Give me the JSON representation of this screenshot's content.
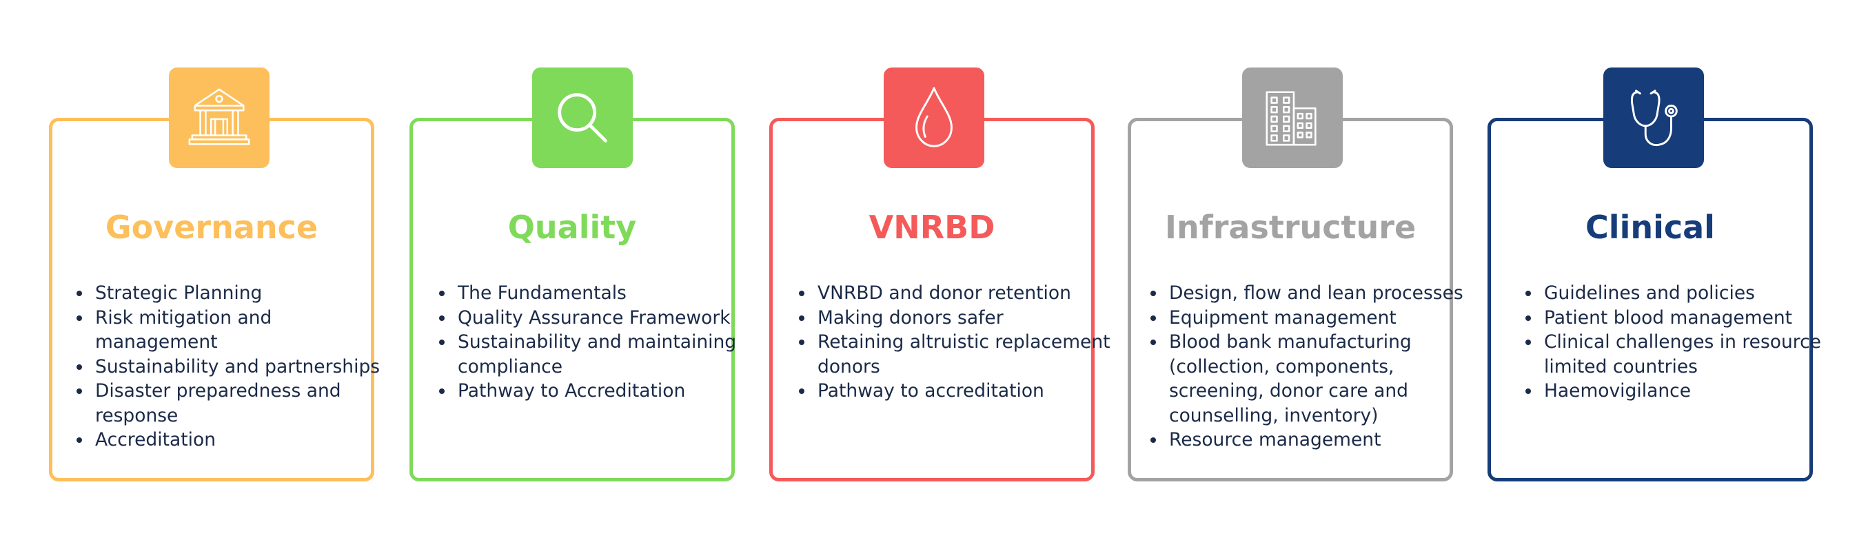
{
  "colors": {
    "governance": "#fdbf5b",
    "quality": "#7fda5a",
    "vnrbd": "#f55a5a",
    "infrastructure": "#a3a3a3",
    "clinical": "#163c79",
    "text": "#1b2a47"
  },
  "cards": [
    {
      "title": "Governance",
      "icon": "building-columns-icon",
      "items": [
        "Strategic Planning",
        "Risk mitigation and management",
        "Sustainability and partnerships",
        "Disaster preparedness and response",
        "Accreditation"
      ]
    },
    {
      "title": "Quality",
      "icon": "magnifying-glass-icon",
      "items": [
        "The Fundamentals",
        "Quality Assurance Framework",
        "Sustainability and maintaining compliance",
        "Pathway to Accreditation"
      ]
    },
    {
      "title": "VNRBD",
      "icon": "blood-drop-icon",
      "items": [
        "VNRBD and donor retention",
        "Making donors safer",
        "Retaining altruistic replacement donors",
        "Pathway to accreditation"
      ]
    },
    {
      "title": "Infrastructure",
      "icon": "office-buildings-icon",
      "items": [
        "Design, flow and lean processes",
        "Equipment management",
        "Blood bank manufacturing (collection, components, screening, donor care and counselling, inventory)",
        "Resource management"
      ]
    },
    {
      "title": "Clinical",
      "icon": "stethoscope-icon",
      "items": [
        "Guidelines and policies",
        "Patient blood management",
        "Clinical challenges in resource limited countries",
        "Haemovigilance"
      ]
    }
  ]
}
